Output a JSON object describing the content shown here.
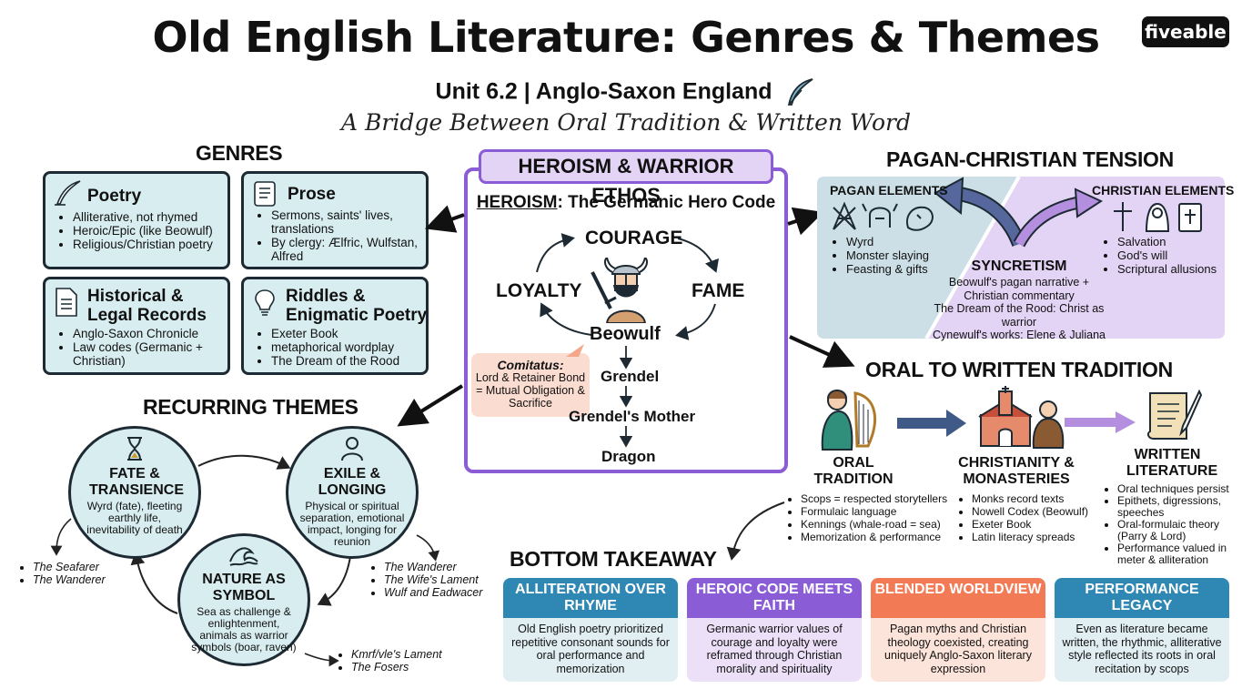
{
  "header": {
    "title": "Old English Literature: Genres & Themes",
    "subtitle": "Unit 6.2 | Anglo-Saxon England",
    "tagline": "A Bridge Between Oral Tradition & Written Word",
    "brand": "fiveable"
  },
  "genres": {
    "heading": "GENRES",
    "cards": [
      {
        "title": "Poetry",
        "icon": "quill-icon",
        "items": [
          "Alliterative, not rhymed",
          "Heroic/Epic (like Beowulf)",
          "Religious/Christian poetry"
        ]
      },
      {
        "title": "Prose",
        "icon": "scroll-icon",
        "items": [
          "Sermons, saints' lives, translations",
          "By clergy: Ælfric, Wulfstan, Alfred"
        ]
      },
      {
        "title": "Historical & Legal Records",
        "icon": "document-icon",
        "items": [
          "Anglo-Saxon Chronicle",
          "Law codes (Germanic + Christian)"
        ]
      },
      {
        "title": "Riddles & Enigmatic Poetry",
        "icon": "lightbulb-icon",
        "items": [
          "Exeter Book",
          "metaphorical wordplay",
          "The Dream of the Rood"
        ]
      }
    ]
  },
  "heroism": {
    "heading": "HEROISM & WARRIOR ETHOS",
    "subheading_key": "HEROISM",
    "subheading_rest": ": The Germanic Hero Code",
    "cycle": [
      "COURAGE",
      "FAME",
      "LOYALTY"
    ],
    "hero": "Beowulf",
    "comitatus_title": "Comitatus:",
    "comitatus_text": "Lord & Retainer Bond = Mutual Obligation & Sacrifice",
    "foes": [
      "Grendel",
      "Grendel's Mother",
      "Dragon"
    ]
  },
  "tension": {
    "heading": "PAGAN-CHRISTIAN TENSION",
    "pagan_title": "PAGAN ELEMENTS",
    "pagan_items": [
      "Wyrd",
      "Monster slaying",
      "Feasting & gifts"
    ],
    "christian_title": "CHRISTIAN ELEMENTS",
    "christian_items": [
      "Salvation",
      "God's will",
      "Scriptural allusions"
    ],
    "syncretism_title": "SYNCRETISM",
    "syncretism_lines": [
      "Beowulf's pagan narrative +",
      "Christian commentary",
      "The Dream of the Rood: Christ as warrior",
      "Cynewulf's works: Elene & Juliana"
    ]
  },
  "themes": {
    "heading": "RECURRING THEMES",
    "circles": [
      {
        "title": "FATE & TRANSIENCE",
        "desc": "Wyrd (fate), fleeting earthly life, inevitability of death"
      },
      {
        "title": "EXILE & LONGING",
        "desc": "Physical or spiritual separation, emotional impact, longing for reunion"
      },
      {
        "title": "NATURE AS SYMBOL",
        "desc": "Sea as challenge & enlightenment, animals as warrior symbols (boar, raven)"
      }
    ],
    "fate_examples": [
      "The Seafarer",
      "The Wanderer"
    ],
    "exile_examples": [
      "The Wanderer",
      "The Wife's Lament",
      "Wulf and Eadwacer"
    ],
    "nature_examples": [
      "Kmrf/vle's Lament",
      "The Fosers"
    ]
  },
  "oral": {
    "heading": "ORAL TO WRITTEN TRADITION",
    "stages": [
      {
        "title": "ORAL TRADITION",
        "items": [
          "Scops = respected storytellers",
          "Formulaic language",
          "Kennings (whale-road = sea)",
          "Memorization & performance"
        ]
      },
      {
        "title": "CHRISTIANITY & MONASTERIES",
        "items": [
          "Monks record texts",
          "Nowell Codex (Beowulf)",
          "Exeter Book",
          "Latin literacy spreads"
        ]
      },
      {
        "title": "WRITTEN LITERATURE",
        "items": [
          "Oral techniques persist",
          "Epithets, digressions, speeches",
          "Oral-formulaic theory (Parry & Lord)",
          "Performance valued in meter & alliteration"
        ]
      }
    ]
  },
  "takeaway": {
    "heading": "BOTTOM TAKEAWAY",
    "cards": [
      {
        "title": "ALLITERATION OVER RHYME",
        "text": "Old English poetry prioritized repetitive consonant sounds for oral performance and memorization"
      },
      {
        "title": "HEROIC CODE MEETS FAITH",
        "text": "Germanic warrior values of courage and loyalty were reframed through Christian morality and spirituality"
      },
      {
        "title": "BLENDED WORLDVIEW",
        "text": "Pagan myths and Christian theology coexisted, creating uniquely Anglo-Saxon literary expression"
      },
      {
        "title": "PERFORMANCE LEGACY",
        "text": "Even as literature became written, the rhythmic, alliterative style reflected its roots in oral recitation by scops"
      }
    ]
  },
  "colors": {
    "ink": "#1d2a33",
    "teal_card": "#d8edf0",
    "purple": "#8a5cd6",
    "blue_head": "#2f87b4",
    "orange_head": "#f27a55",
    "comitatus_bg": "#fbdcd0"
  }
}
